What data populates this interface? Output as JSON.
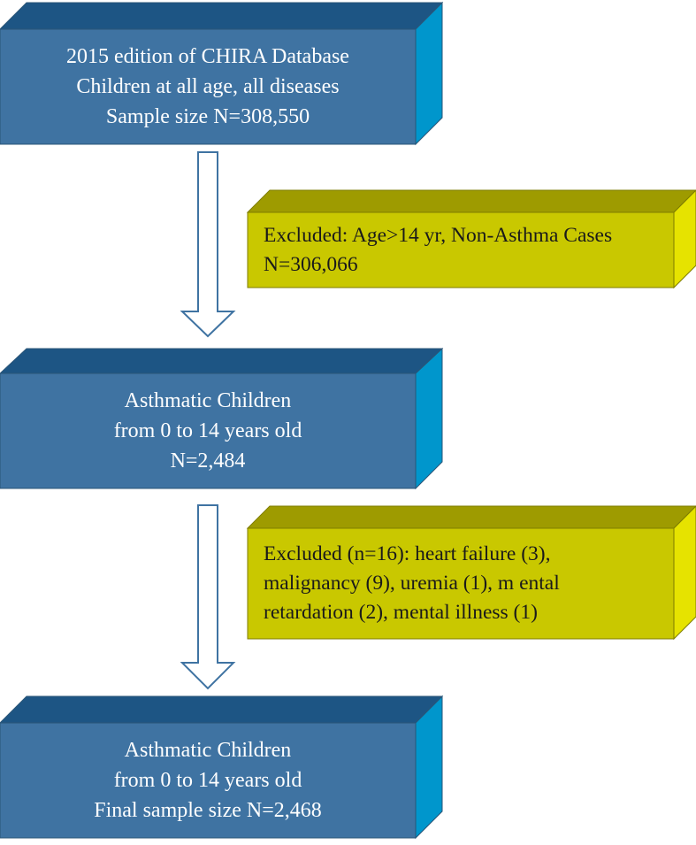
{
  "flowchart": {
    "boxes": [
      {
        "id": "source",
        "lines": [
          "2015 edition of CHIRA Database",
          "Children at all age, all diseases",
          "Sample  size N=308,550"
        ]
      },
      {
        "id": "exclusion-1",
        "lines": [
          "Excluded: Age>14 yr, Non-Asthma Cases",
          "N=306,066"
        ]
      },
      {
        "id": "intermediate",
        "lines": [
          "Asthmatic Children",
          "from 0 to 14 years old",
          "N=2,484"
        ]
      },
      {
        "id": "exclusion-2",
        "lines": [
          "Excluded (n=16): heart failure (3),",
          "malignancy (9), uremia (1), m ental",
          "retardation (2), mental illness (1)"
        ]
      },
      {
        "id": "final",
        "lines": [
          "Asthmatic Children",
          "from 0 to 14 years old",
          "Final sample size N=2,468"
        ]
      }
    ]
  },
  "colors": {
    "blue_front": "#3f73a2",
    "blue_top": "#1d5584",
    "blue_side": "#0096cc",
    "blue_edge": "#2a5577",
    "olive_front": "#c9c800",
    "olive_top": "#9e9b00",
    "olive_side": "#e6e300",
    "olive_edge": "#7f7d00",
    "arrow_stroke": "#3f73a2",
    "arrow_fill": "#ffffff"
  }
}
